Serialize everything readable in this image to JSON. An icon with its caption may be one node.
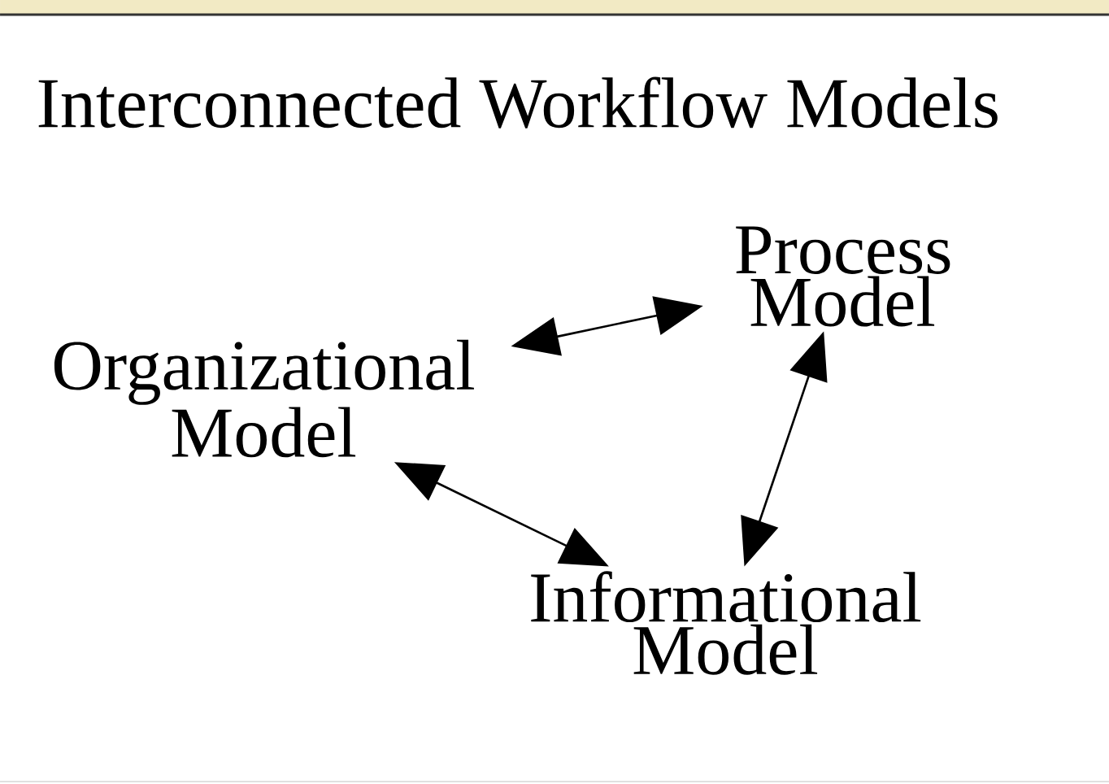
{
  "diagram": {
    "title": "Interconnected Workflow Models",
    "nodes": [
      {
        "text": [
          "Process Model"
        ]
      },
      {
        "text": [
          "Organizational Model"
        ]
      },
      {
        "text": [
          "Informational Model"
        ]
      }
    ],
    "edges": [
      {
        "from": 1,
        "to": 0,
        "arrow": "both"
      },
      {
        "from": 1,
        "to": 2,
        "arrow": "both"
      },
      {
        "from": 0,
        "to": 2,
        "arrow": "both"
      }
    ]
  }
}
